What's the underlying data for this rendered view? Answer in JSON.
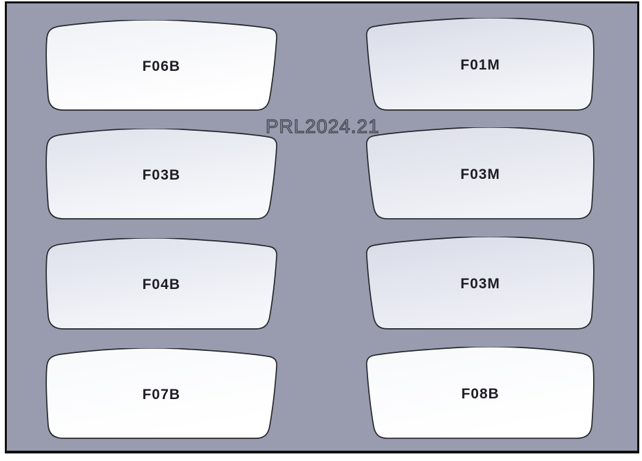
{
  "title": "PRL2024.21",
  "colors": {
    "sheet_background": "#999cae",
    "sheet_border": "#101010",
    "shape_outline": "#26262b",
    "label_text": "#1d1d22",
    "title_fill": "#8d8f9f",
    "title_outline": "#41424c"
  },
  "shapes": [
    {
      "label": "F06B",
      "row": 1,
      "column": "left",
      "fill_top": "#f0f1f6",
      "fill_bottom": "#ffffff"
    },
    {
      "label": "F01M",
      "row": 1,
      "column": "right",
      "fill_top": "#d7dbe7",
      "fill_bottom": "#f4f5f9"
    },
    {
      "label": "F03B",
      "row": 2,
      "column": "left",
      "fill_top": "#dfe2ec",
      "fill_bottom": "#f7f8fb"
    },
    {
      "label": "F03M",
      "row": 2,
      "column": "right",
      "fill_top": "#dcdfe9",
      "fill_bottom": "#f1f2f7"
    },
    {
      "label": "F04B",
      "row": 3,
      "column": "left",
      "fill_top": "#dde0eb",
      "fill_bottom": "#f5f6fa"
    },
    {
      "label": "F03M",
      "row": 3,
      "column": "right",
      "fill_top": "#d8dce8",
      "fill_bottom": "#eff0f6"
    },
    {
      "label": "F07B",
      "row": 4,
      "column": "left",
      "fill_top": "#f8f9fc",
      "fill_bottom": "#ffffff"
    },
    {
      "label": "F08B",
      "row": 4,
      "column": "right",
      "fill_top": "#f8f9fc",
      "fill_bottom": "#ffffff"
    }
  ]
}
